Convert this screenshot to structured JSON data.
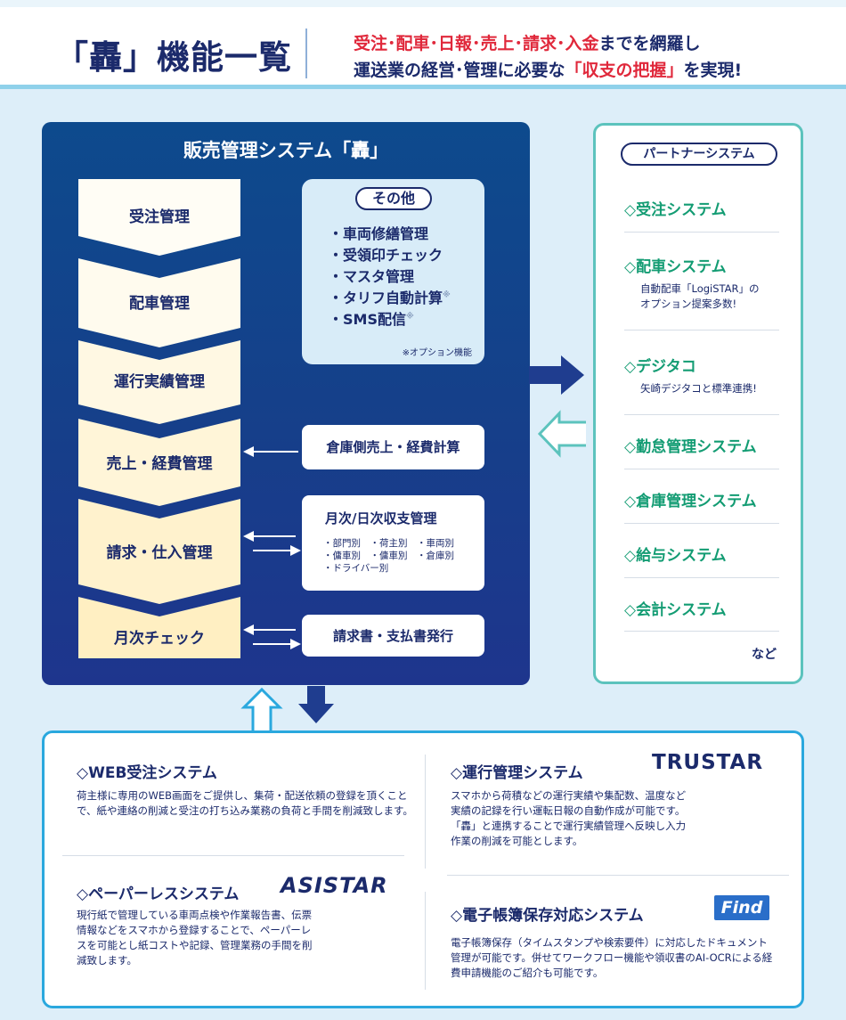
{
  "header": {
    "title": "「轟」機能一覧",
    "tagline_line1_red": "受注･配車･日報･売上･請求･入金",
    "tagline_line1_rest": "までを網羅し",
    "tagline_line2_start": "運送業の経営･管理に必要な",
    "tagline_line2_red": "「収支の把握」",
    "tagline_line2_end": "を実現!"
  },
  "main": {
    "title": "販売管理システム「轟」",
    "flow_steps": [
      "受注管理",
      "配車管理",
      "運行実績管理",
      "売上・経費管理",
      "請求・仕入管理",
      "月次チェック"
    ],
    "other": {
      "title": "その他",
      "items": [
        "・車両修繕管理",
        "・受領印チェック",
        "・マスタ管理",
        "・タリフ自動計算",
        "・SMS配信"
      ],
      "option_mark": "※",
      "note": "※オプション機能"
    },
    "warehouse_box": "倉庫側売上・経費計算",
    "monthly_box": {
      "title": "月次/日次収支管理",
      "lines": [
        "・部門別　・荷主別　・車両別",
        "・傭車別　・傭車別　・倉庫別",
        "・ドライバー別"
      ]
    },
    "invoice_box": "請求書・支払書発行"
  },
  "partner": {
    "title": "パートナーシステム",
    "items": [
      {
        "label": "◇受注システム",
        "sub": ""
      },
      {
        "label": "◇配車システム",
        "sub": "自動配車「LogiSTAR」の\nオプション提案多数!"
      },
      {
        "label": "◇デジタコ",
        "sub": "矢崎デジタコと標準連携!"
      },
      {
        "label": "◇勤怠管理システム",
        "sub": ""
      },
      {
        "label": "◇倉庫管理システム",
        "sub": ""
      },
      {
        "label": "◇給与システム",
        "sub": ""
      },
      {
        "label": "◇会計システム",
        "sub": ""
      }
    ],
    "etc": "など"
  },
  "bottom": {
    "web": {
      "title": "◇WEB受注システム",
      "text": "荷主様に専用のWEB画面をご提供し、集荷・配送依頼の登録を頂くことで、紙や連絡の削減と受注の打ち込み業務の負荷と手間を削減致します。"
    },
    "operation": {
      "title": "◇運行管理システム",
      "logo": "TRUSTAR",
      "text": "スマホから荷積などの運行実績や集配数、温度など実績の記録を行い運転日報の自動作成が可能です。「轟」と連携することで運行実績管理へ反映し入力作業の削減を可能とします。"
    },
    "paperless": {
      "title": "◇ペーパーレスシステム",
      "logo": "ASISTAR",
      "text": "現行紙で管理している車両点検や作業報告書、伝票情報などをスマホから登録することで、ペーパーレスを可能とし紙コストや記録、管理業務の手間を削減致します。"
    },
    "ebook": {
      "title": "◇電子帳簿保存対応システム",
      "logo": "Find",
      "text": "電子帳簿保存（タイムスタンプや検索要件）に対応したドキュメント管理が可能です。併せてワークフロー機能や領収書のAI-OCRによる経費申請機能のご紹介も可能です。"
    }
  },
  "colors": {
    "navy": "#1b2a6b",
    "red": "#e0283b",
    "green": "#139c73",
    "teal_border": "#5cc3bd",
    "blue_border": "#2aa8de"
  }
}
